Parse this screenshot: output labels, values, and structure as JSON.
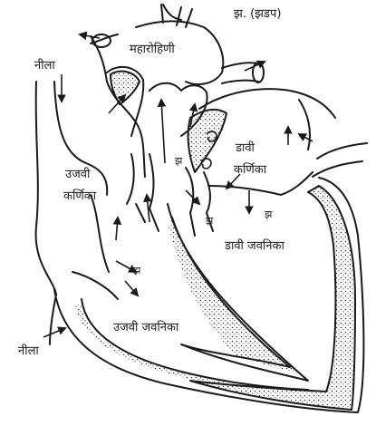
{
  "labels": {
    "aorta_top": "झ. (झडप)",
    "aorta": "महारोहिणी",
    "vein_top": "नीला",
    "right_atrium_1": "उजवी",
    "right_atrium_2": "कर्णिका",
    "left_atrium_1": "डावी",
    "left_atrium_2": "कर्णिका",
    "valve_center": "झ",
    "valve_left_atrium": "झ",
    "valve_lower": "झ",
    "valve_right": "झ",
    "left_ventricle": "डावी जवनिका",
    "right_ventricle": "उजवी जवनिका",
    "vein_bottom": "नीला"
  },
  "colors": {
    "ink": "#1a1a1a",
    "background": "#ffffff"
  }
}
